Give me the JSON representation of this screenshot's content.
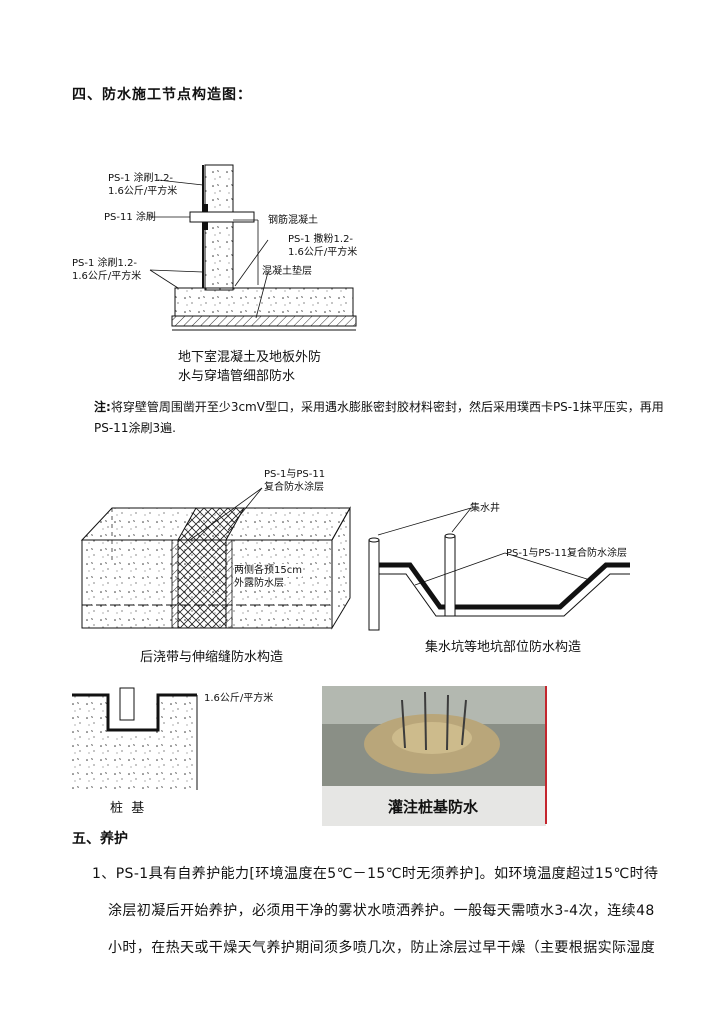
{
  "section4": {
    "title": "四、防水施工节点构造图："
  },
  "diagram1": {
    "labels": {
      "ps1_top": "PS-1 涂刷1.2-",
      "ps1_top2": "1.6公斤/平方米",
      "ps11": "PS-11 涂刷",
      "ps1_left": "PS-1 涂刷1.2-",
      "ps1_left2": "1.6公斤/平方米",
      "rebar": "钢筋混凝土",
      "ps1_right": "PS-1 撒粉1.2-",
      "ps1_right2": "1.6公斤/平方米",
      "cushion": "混凝土垫层"
    },
    "caption_line1": "地下室混凝土及地板外防",
    "caption_line2": "水与穿墙管细部防水"
  },
  "note": {
    "prefix": "注:",
    "text": "将穿壁管周围凿开至少3cmV型口，采用遇水膨胀密封胶材料密封，然后采用璞西卡PS-1抹平压实，再用PS-11涂刷3遍."
  },
  "diagram2": {
    "label_top1": "PS-1与PS-11",
    "label_top2": "复合防水涂层",
    "label_inner1": "两侧各预15cm",
    "label_inner2": "外露防水层",
    "caption": "后浇带与伸缩缝防水构造"
  },
  "diagram3": {
    "label_well": "集水井",
    "label_coating": "PS-1与PS-11复合防水涂层",
    "caption": "集水坑等地坑部位防水构造"
  },
  "diagram4": {
    "label": "1.6公斤/平方米",
    "caption": "桩  基"
  },
  "photo": {
    "caption": "灌注桩基防水"
  },
  "section5": {
    "title": "五、养护",
    "para1": "1、PS-1具有自养护能力[环境温度在5℃－15℃时无须养护]。如环境温度超过15℃时待",
    "para2": "涂层初凝后开始养护，必须用干净的雾状水喷洒养护。一般每天需喷水3-4次，连续48",
    "para3": "小时，在热天或干燥天气养护期间须多喷几次，防止涂层过早干燥（主要根据实际湿度"
  },
  "colors": {
    "text": "#111111",
    "photo_bg": "#8a8f86",
    "red_line": "#c4262e"
  }
}
